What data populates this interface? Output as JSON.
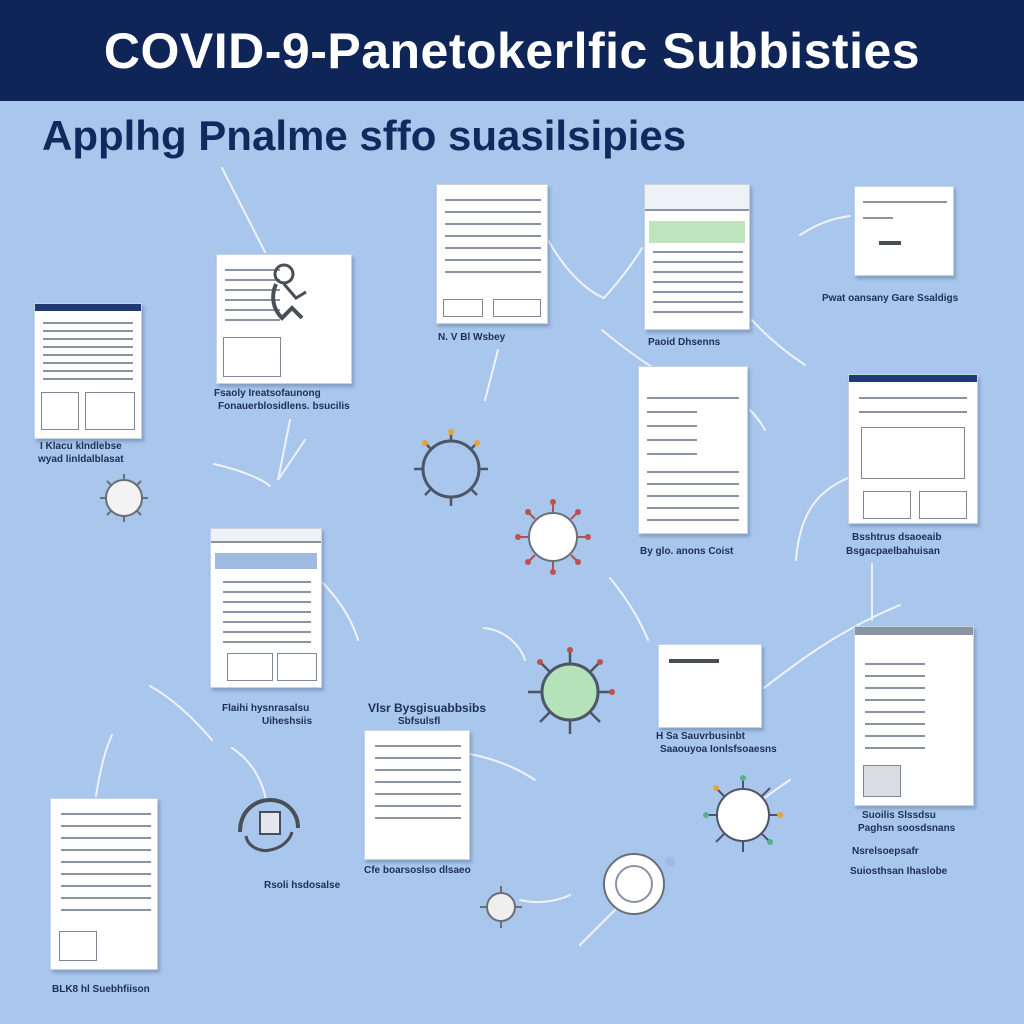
{
  "header": {
    "title": "COVID-9-Panetokerlfic Subbisties"
  },
  "subtitle": "Applhg Pnalme sffo suasilsipies",
  "colors": {
    "background": "#a9c6ec",
    "header_bar": "#0f2557",
    "header_text": "#ffffff",
    "subtitle_text": "#0f2b5e",
    "doc_accent_navy": "#203a74",
    "doc_accent_green": "#bfe3bd",
    "doc_accent_blue": "#9fbbe2"
  },
  "labels": {
    "l1": "I Klacu klndlebse",
    "l2": "wyad linldalblasat",
    "l3": "Fsaoly Ireatsofaunong",
    "l4": "Fonauerblosidlens. bsucilis",
    "l5": "N. V Bl Wsbey",
    "l6": "Paoid Dhsenns",
    "l7": "Pwat oansany Gare Ssaldigs",
    "l8": "By glo. anons Coist",
    "l9": "Bsshtrus dsaoeaib",
    "l10": "Bsgacpaelbahuisan",
    "l11": "Flaihi hysnrasalsu",
    "l12": "Uiheshsiis",
    "l13": "Vlsr Bysgisuabbsibs",
    "l14": "Sbfsulsfl",
    "l15": "Cfe boarsoslso dlsaeo",
    "l16": "Rsoli hsdosalse",
    "l17": "H Sa Sauvrbusinbt",
    "l18": "Saaouyoa Ionlsfsoaesns",
    "l19": "Suoilis Slssdsu",
    "l20": "Paghsn soosdsnans",
    "l21": "Nsrelsoepsafr",
    "l22": "Suiosthsan Ihaslobe",
    "l23": "BLK8 hl Suebhfiison"
  },
  "icons": {
    "virus_1": "virus-icon",
    "virus_2": "virus-icon",
    "virus_3": "virus-icon",
    "virus_4": "virus-icon",
    "virus_5": "virus-icon",
    "virus_6": "virus-icon",
    "virus_7": "virus-icon",
    "person": "person-icon",
    "globe": "globe-icon"
  }
}
